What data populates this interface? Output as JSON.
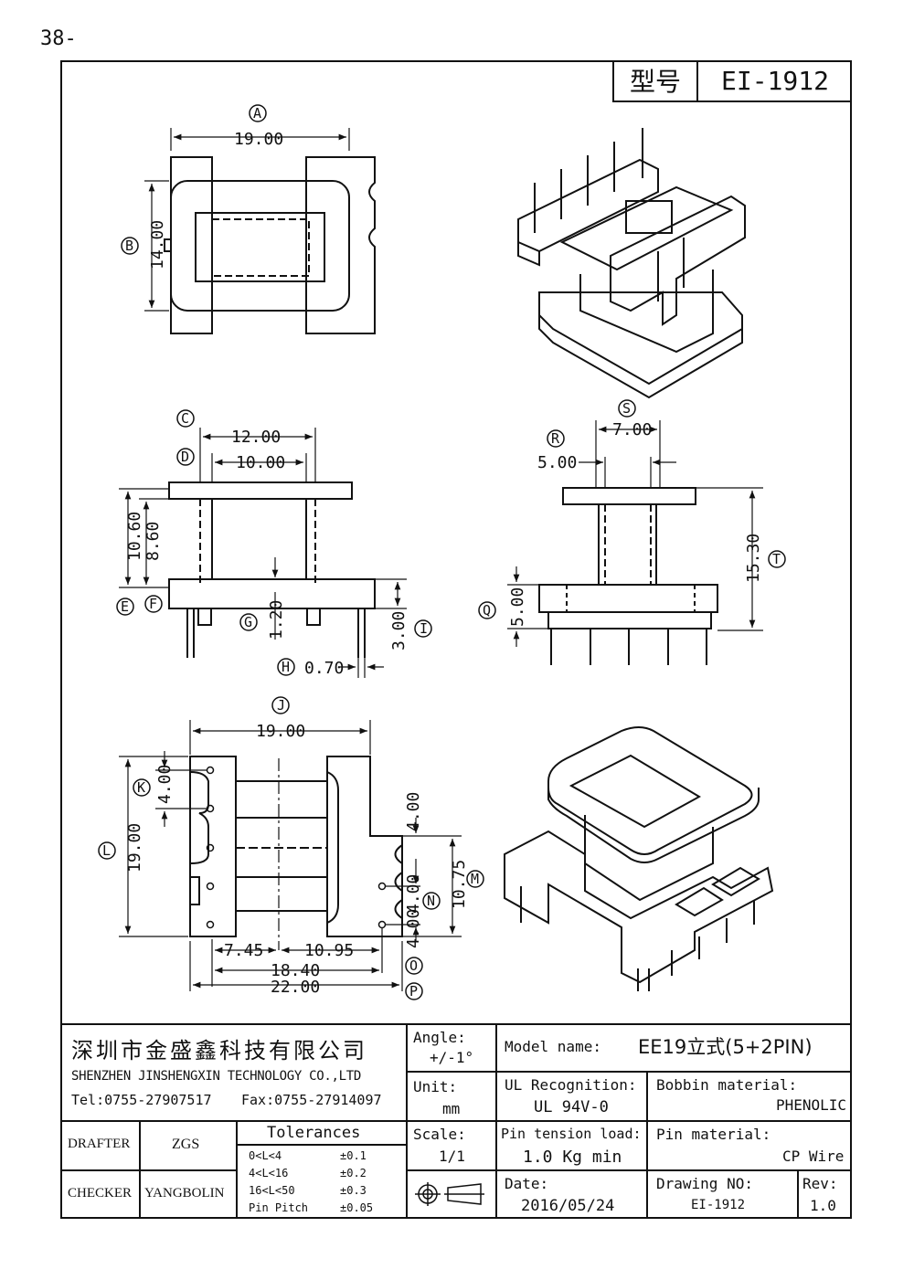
{
  "page_number": "38-",
  "model": {
    "label": "型号",
    "value": "EI-1912"
  },
  "dimensions": {
    "A": {
      "letter": "A",
      "value": "19.00"
    },
    "B": {
      "letter": "B",
      "value": "14.00"
    },
    "C": {
      "letter": "C",
      "value": "12.00"
    },
    "D": {
      "letter": "D",
      "value": "10.00"
    },
    "E": {
      "letter": "E",
      "value": "10.60"
    },
    "F": {
      "letter": "F",
      "value": "8.60"
    },
    "G": {
      "letter": "G",
      "value": "1.20"
    },
    "H": {
      "letter": "H",
      "value": "0.70"
    },
    "I": {
      "letter": "I",
      "value": "3.00"
    },
    "J": {
      "letter": "J",
      "value": "19.00"
    },
    "K": {
      "letter": "K",
      "value": "4.00"
    },
    "L": {
      "letter": "L",
      "value": "19.00"
    },
    "M": {
      "letter": "M",
      "value": "10.75"
    },
    "N": {
      "letter": "N",
      "value": "4.00"
    },
    "O": {
      "letter": "O",
      "value": "18.40"
    },
    "P": {
      "letter": "P",
      "value": "22.00"
    },
    "Q": {
      "letter": "Q",
      "value": "5.00"
    },
    "R": {
      "letter": "R",
      "value": "5.00"
    },
    "S": {
      "letter": "S",
      "value": "7.00"
    },
    "T": {
      "letter": "T",
      "value": "15.30"
    }
  },
  "extra_dims": {
    "j_left": "7.45",
    "j_right": "10.95",
    "n_upper": "4.00",
    "n_lower": "4.00",
    "n_mid": "4.00"
  },
  "company": {
    "cn": "深圳市金盛鑫科技有限公司",
    "en": "SHENZHEN JINSHENGXIN TECHNOLOGY CO.,LTD",
    "tel": "Tel:0755-27907517",
    "fax": "Fax:0755-27914097"
  },
  "title_block": {
    "angle_label": "Angle:",
    "angle_value": "+/-1°",
    "unit_label": "Unit:",
    "unit_value": "mm",
    "scale_label": "Scale:",
    "scale_value": "1/1",
    "model_name_label": "Model name:",
    "model_name_value": "EE19立式(5+2PIN)",
    "ul_label": "UL Recognition:",
    "ul_value": "UL 94V-0",
    "bobbin_label": "Bobbin material:",
    "bobbin_value": "PHENOLIC",
    "pin_tension_label": "Pin tension load:",
    "pin_tension_value": "1.0 Kg min",
    "pin_material_label": "Pin material:",
    "pin_material_value": "CP Wire",
    "date_label": "Date:",
    "date_value": "2016/05/24",
    "drawing_no_label": "Drawing NO:",
    "drawing_no_value": "EI-1912",
    "rev_label": "Rev:",
    "rev_value": "1.0",
    "drafter_label": "DRAFTER",
    "drafter_value": "ZGS",
    "checker_label": "CHECKER",
    "checker_value": "YANGBOLIN",
    "tolerances_title": "Tolerances",
    "tolerances": [
      {
        "range": "0<L<4",
        "value": "±0.1"
      },
      {
        "range": "4<L<16",
        "value": "±0.2"
      },
      {
        "range": "16<L<50",
        "value": "±0.3"
      },
      {
        "range": "Pin Pitch",
        "value": "±0.05"
      }
    ]
  }
}
